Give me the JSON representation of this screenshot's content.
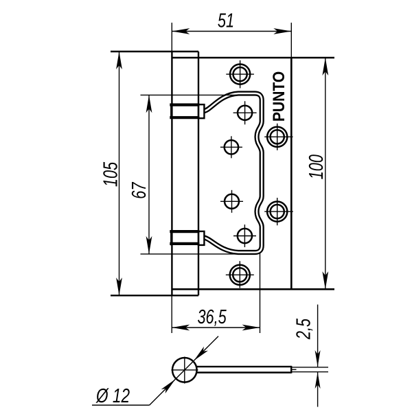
{
  "drawing": {
    "title": "hinge-technical-drawing",
    "brand": "PUNTO",
    "background": "#ffffff",
    "ink": "#000000",
    "dimensions": {
      "overall_width": "51",
      "overall_height": "105",
      "cutout_height": "67",
      "plate_height": "100",
      "flap_width": "36,5",
      "leaf_thickness": "2,5",
      "barrel_diameter": "Ø 12"
    }
  }
}
